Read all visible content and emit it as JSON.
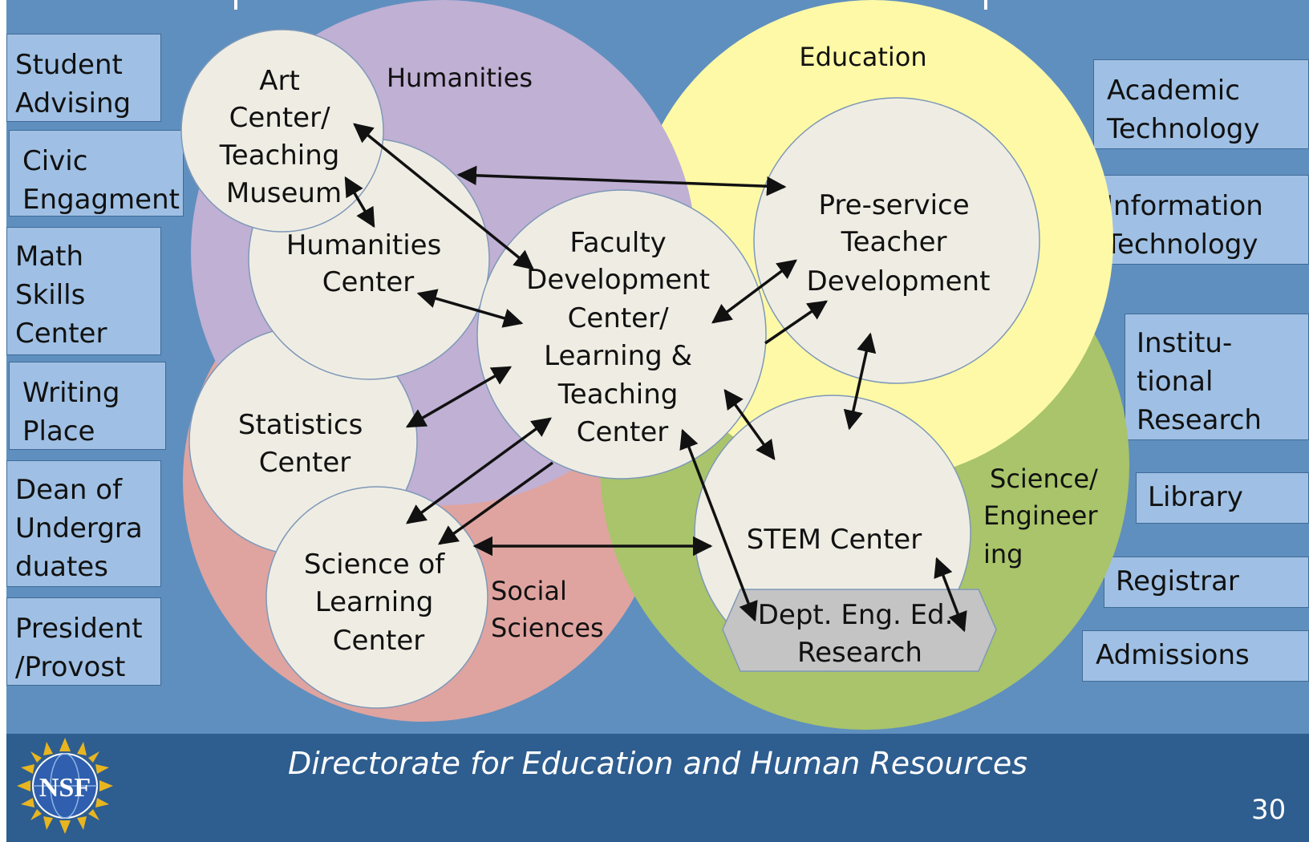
{
  "left_boxes": [
    {
      "text": "Student\nAdvising"
    },
    {
      "text": "Civic\nEngagment"
    },
    {
      "text": "Math\nSkills\nCenter"
    },
    {
      "text": "Writing\nPlace"
    },
    {
      "text": "Dean of\nUndergra\nduates"
    },
    {
      "text": "President\n/Provost"
    }
  ],
  "right_boxes": [
    {
      "text": "Academic\nTechnology"
    },
    {
      "text": "Information\nTechnology"
    },
    {
      "text": "Institu-\ntional\nResearch"
    },
    {
      "text": "Library"
    },
    {
      "text": "Registrar"
    },
    {
      "text": "Admissions"
    }
  ],
  "regions": {
    "humanities": "Humanities",
    "education": "Education",
    "social": [
      "Social",
      "Sciences"
    ],
    "science": [
      "Science/",
      "Engineer",
      "ing"
    ]
  },
  "centers": {
    "art": [
      "Art",
      "Center/",
      "Teaching",
      "Museum"
    ],
    "humanities": [
      "Humanities",
      "Center"
    ],
    "statistics": [
      "Statistics",
      "Center"
    ],
    "faculty": [
      "Faculty",
      "Development",
      "Center/",
      "Learning &",
      "Teaching",
      "Center"
    ],
    "preservice": [
      "Pre-service",
      "Teacher",
      "Development"
    ],
    "stem": "STEM Center",
    "science_learning": [
      "Science of",
      "Learning",
      "Center"
    ],
    "dept": [
      "Dept. Eng. Ed.",
      "Research"
    ]
  },
  "footer": {
    "title": "Directorate for Education and Human Resources",
    "page_number": "30",
    "logo_text": "NSF"
  },
  "colors": {
    "background": "#5f8fbe",
    "box_fill": "#9fc0e4",
    "humanities": "#c0b0d4",
    "education": "#fef9a6",
    "social": "#dfa4a0",
    "science": "#a9c46a",
    "center_fill": "#efede3",
    "dept_fill": "#c4c4c4",
    "footer": "#2e5d8f"
  }
}
